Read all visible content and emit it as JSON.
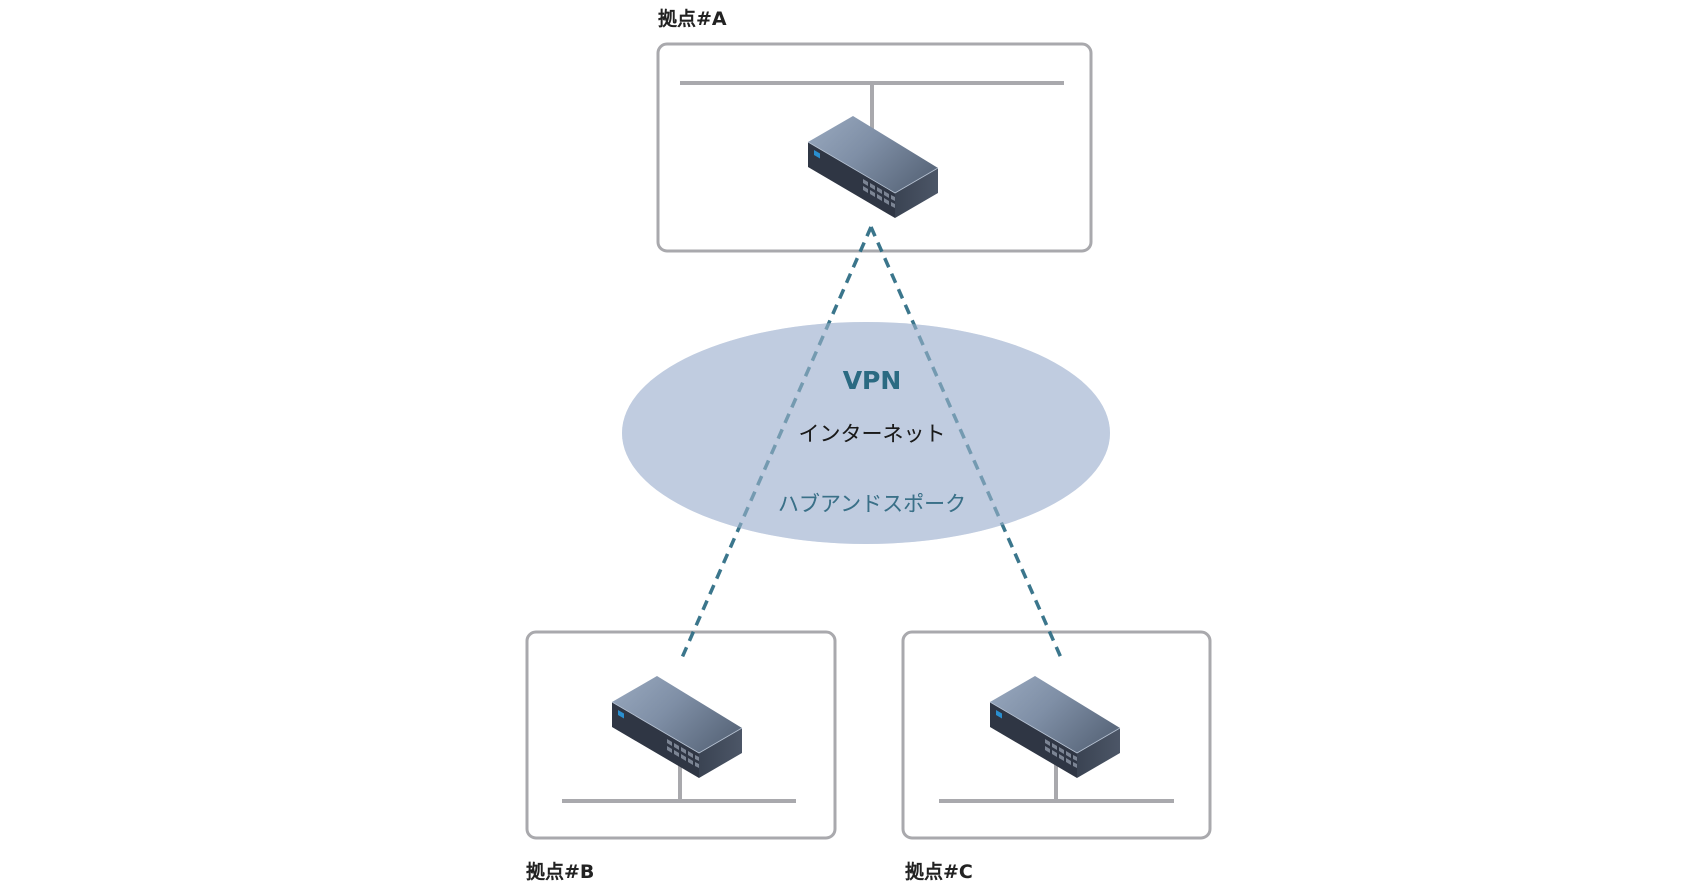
{
  "diagram": {
    "sites": [
      {
        "id": "A",
        "label": "拠点#A",
        "role": "hub"
      },
      {
        "id": "B",
        "label": "拠点#B",
        "role": "spoke"
      },
      {
        "id": "C",
        "label": "拠点#C",
        "role": "spoke"
      }
    ],
    "cloud": {
      "title": "VPN",
      "network": "インターネット",
      "topology": "ハブアンドスポーク",
      "fill_color": "#c0cde0"
    },
    "links": [
      {
        "from": "A",
        "to": "B",
        "style": "dashed",
        "color": "#2a6a82"
      },
      {
        "from": "A",
        "to": "C",
        "style": "dashed",
        "color": "#2a6a82"
      }
    ],
    "device_icon": "network-switch-icon"
  }
}
